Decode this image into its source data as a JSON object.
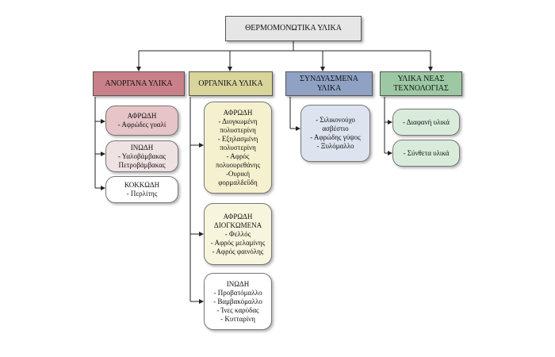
{
  "root": {
    "label": "ΘΕΡΜΟΜΟΝΩΤΙΚΑ ΥΛΙΚΑ"
  },
  "categories": [
    {
      "label": "ΑΝΟΡΓΑΝΑ ΥΛΙΚΑ",
      "color": "#c98088"
    },
    {
      "label": "ΟΡΓΑΝΙΚΑ ΥΛΙΚΑ",
      "color": "#d8d49a"
    },
    {
      "label": "ΣΥΝΔΥΑΣΜΕΝΑ ΥΛΙΚΑ",
      "color": "#8fa2c4"
    },
    {
      "label": "ΥΛΙΚΑ ΝΕΑΣ ΤΕΧΝΟΛΟΓΙΑΣ",
      "color": "#9cc8a4"
    }
  ],
  "inorganic": [
    {
      "title": "ΑΦΡΩΔΗ",
      "items": [
        "- Αφρώδες γυαλί"
      ],
      "color": "#e6c4c7"
    },
    {
      "title": "ΙΝΩΔΗ",
      "items": [
        "- Υαλοβάμβακας",
        "Πετροβάμβακας"
      ],
      "color": "#efe2e3"
    },
    {
      "title": "ΚΟΚΚΩΔΗ",
      "items": [
        "- Περλίτης"
      ],
      "color": "#ffffff"
    }
  ],
  "organic": [
    {
      "title": "ΑΦΡΩΔΗ",
      "items": [
        "- Διογκωμένη πολυστερίνη",
        "- Εξηλασμένη πολυστερίνη",
        "- Αφρός πολυουρεθάνης",
        "-Ουρική φορμαλδεΰδη"
      ],
      "color": "#f5f1cf"
    },
    {
      "title": "ΑΦΡΩΔΗ ΔΙΟΓΚΩΜΕΝΑ",
      "items": [
        "- Φελλός",
        "- Αφρός μελαμίνης",
        "- Αφρός φαινόλης"
      ],
      "color": "#f8f5de"
    },
    {
      "title": "ΙΝΩΔΗ",
      "items": [
        "- Προβατόμαλλο",
        "- Βαμβακόμαλλο",
        "- Ίνες καρύδας",
        "- Κυτταρίνη"
      ],
      "color": "#ffffff"
    }
  ],
  "combined": [
    {
      "title": "",
      "items": [
        "- Σιλικονούχο ασβέστιο",
        "- Αφρώδης γύψος",
        "- Ξυλόμαλλο"
      ],
      "color": "#dde4ef"
    }
  ],
  "newtech": [
    {
      "title": "",
      "items": [
        "- Διαφανή υλικά"
      ],
      "color": "#d9ecdc"
    },
    {
      "title": "",
      "items": [
        "- Σύνθετα υλικά"
      ],
      "color": "#d9ecdc"
    }
  ]
}
